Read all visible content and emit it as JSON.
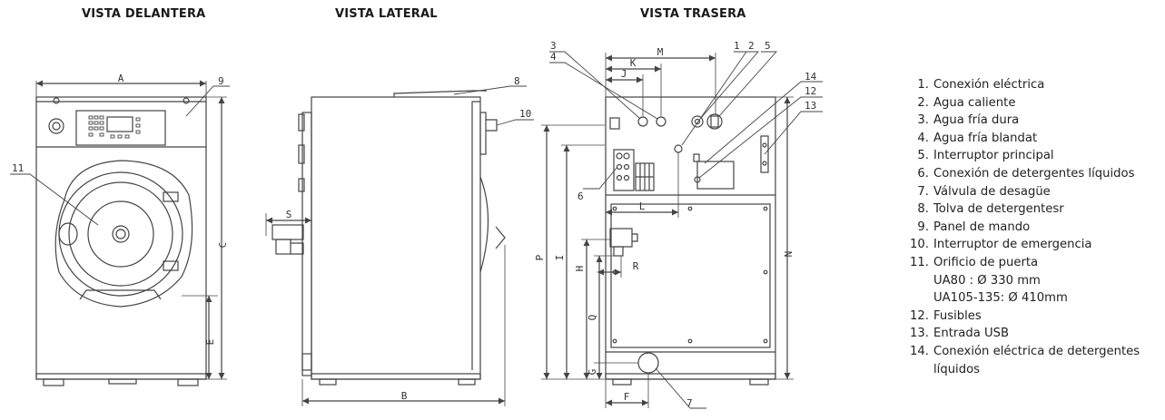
{
  "views": {
    "front": "VISTA DELANTERA",
    "side": "VISTA LATERAL",
    "rear": "VISTA TRASERA"
  },
  "dimensions": {
    "A": "A",
    "B": "B",
    "C": "C",
    "E": "E",
    "F": "F",
    "G": "G",
    "H": "H",
    "I": "I",
    "J": "J",
    "K": "K",
    "L": "L",
    "M": "M",
    "N": "N",
    "P": "P",
    "Q": "Q",
    "R": "R",
    "S": "S"
  },
  "callouts": {
    "c1": "1",
    "c2": "2",
    "c3": "3",
    "c4": "4",
    "c5": "5",
    "c6": "6",
    "c7": "7",
    "c8": "8",
    "c9": "9",
    "c10": "10",
    "c11": "11",
    "c12": "12",
    "c13": "13",
    "c14": "14"
  },
  "legend": [
    {
      "num": "1.",
      "text": "Conexión eléctrica"
    },
    {
      "num": "2.",
      "text": "Agua caliente"
    },
    {
      "num": "3.",
      "text": "Agua fría dura"
    },
    {
      "num": "4.",
      "text": "Agua fría blandat"
    },
    {
      "num": "5.",
      "text": "Interruptor principal"
    },
    {
      "num": "6.",
      "text": "Conexión de detergentes líquidos"
    },
    {
      "num": "7.",
      "text": "Válvula de desagüe"
    },
    {
      "num": "8.",
      "text": "Tolva de detergentesr"
    },
    {
      "num": "9.",
      "text": "Panel de mando"
    },
    {
      "num": "10.",
      "text": "Interruptor de emergencia"
    },
    {
      "num": "11.",
      "text": "Orificio de puerta",
      "sub": [
        "UA80 : Ø 330 mm",
        "UA105-135: Ø 410mm"
      ]
    },
    {
      "num": "12.",
      "text": "Fusibles"
    },
    {
      "num": "13.",
      "text": "Entrada USB"
    },
    {
      "num": "14.",
      "text": "Conexión eléctrica de detergentes",
      "sub": [
        "líquidos"
      ]
    }
  ]
}
